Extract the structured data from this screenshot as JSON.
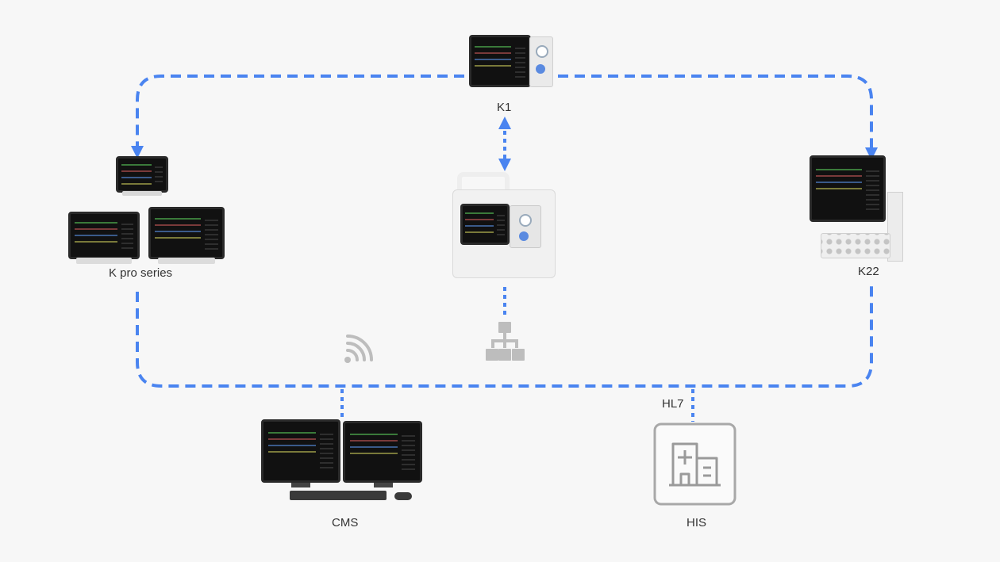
{
  "nodes": {
    "k1": {
      "label": "K1"
    },
    "kpro": {
      "label": "K pro series"
    },
    "k22": {
      "label": "K22"
    },
    "cms": {
      "label": "CMS"
    },
    "his": {
      "label": "HIS"
    }
  },
  "connections": {
    "hl7_label": "HL7"
  },
  "icons": {
    "wireless": "wifi-icon",
    "wired_network": "network-tree-icon",
    "hospital": "hospital-building-icon"
  },
  "colors": {
    "link": "#4a84f0",
    "icon_gray": "#b5b5b5",
    "background": "#f7f7f7"
  }
}
